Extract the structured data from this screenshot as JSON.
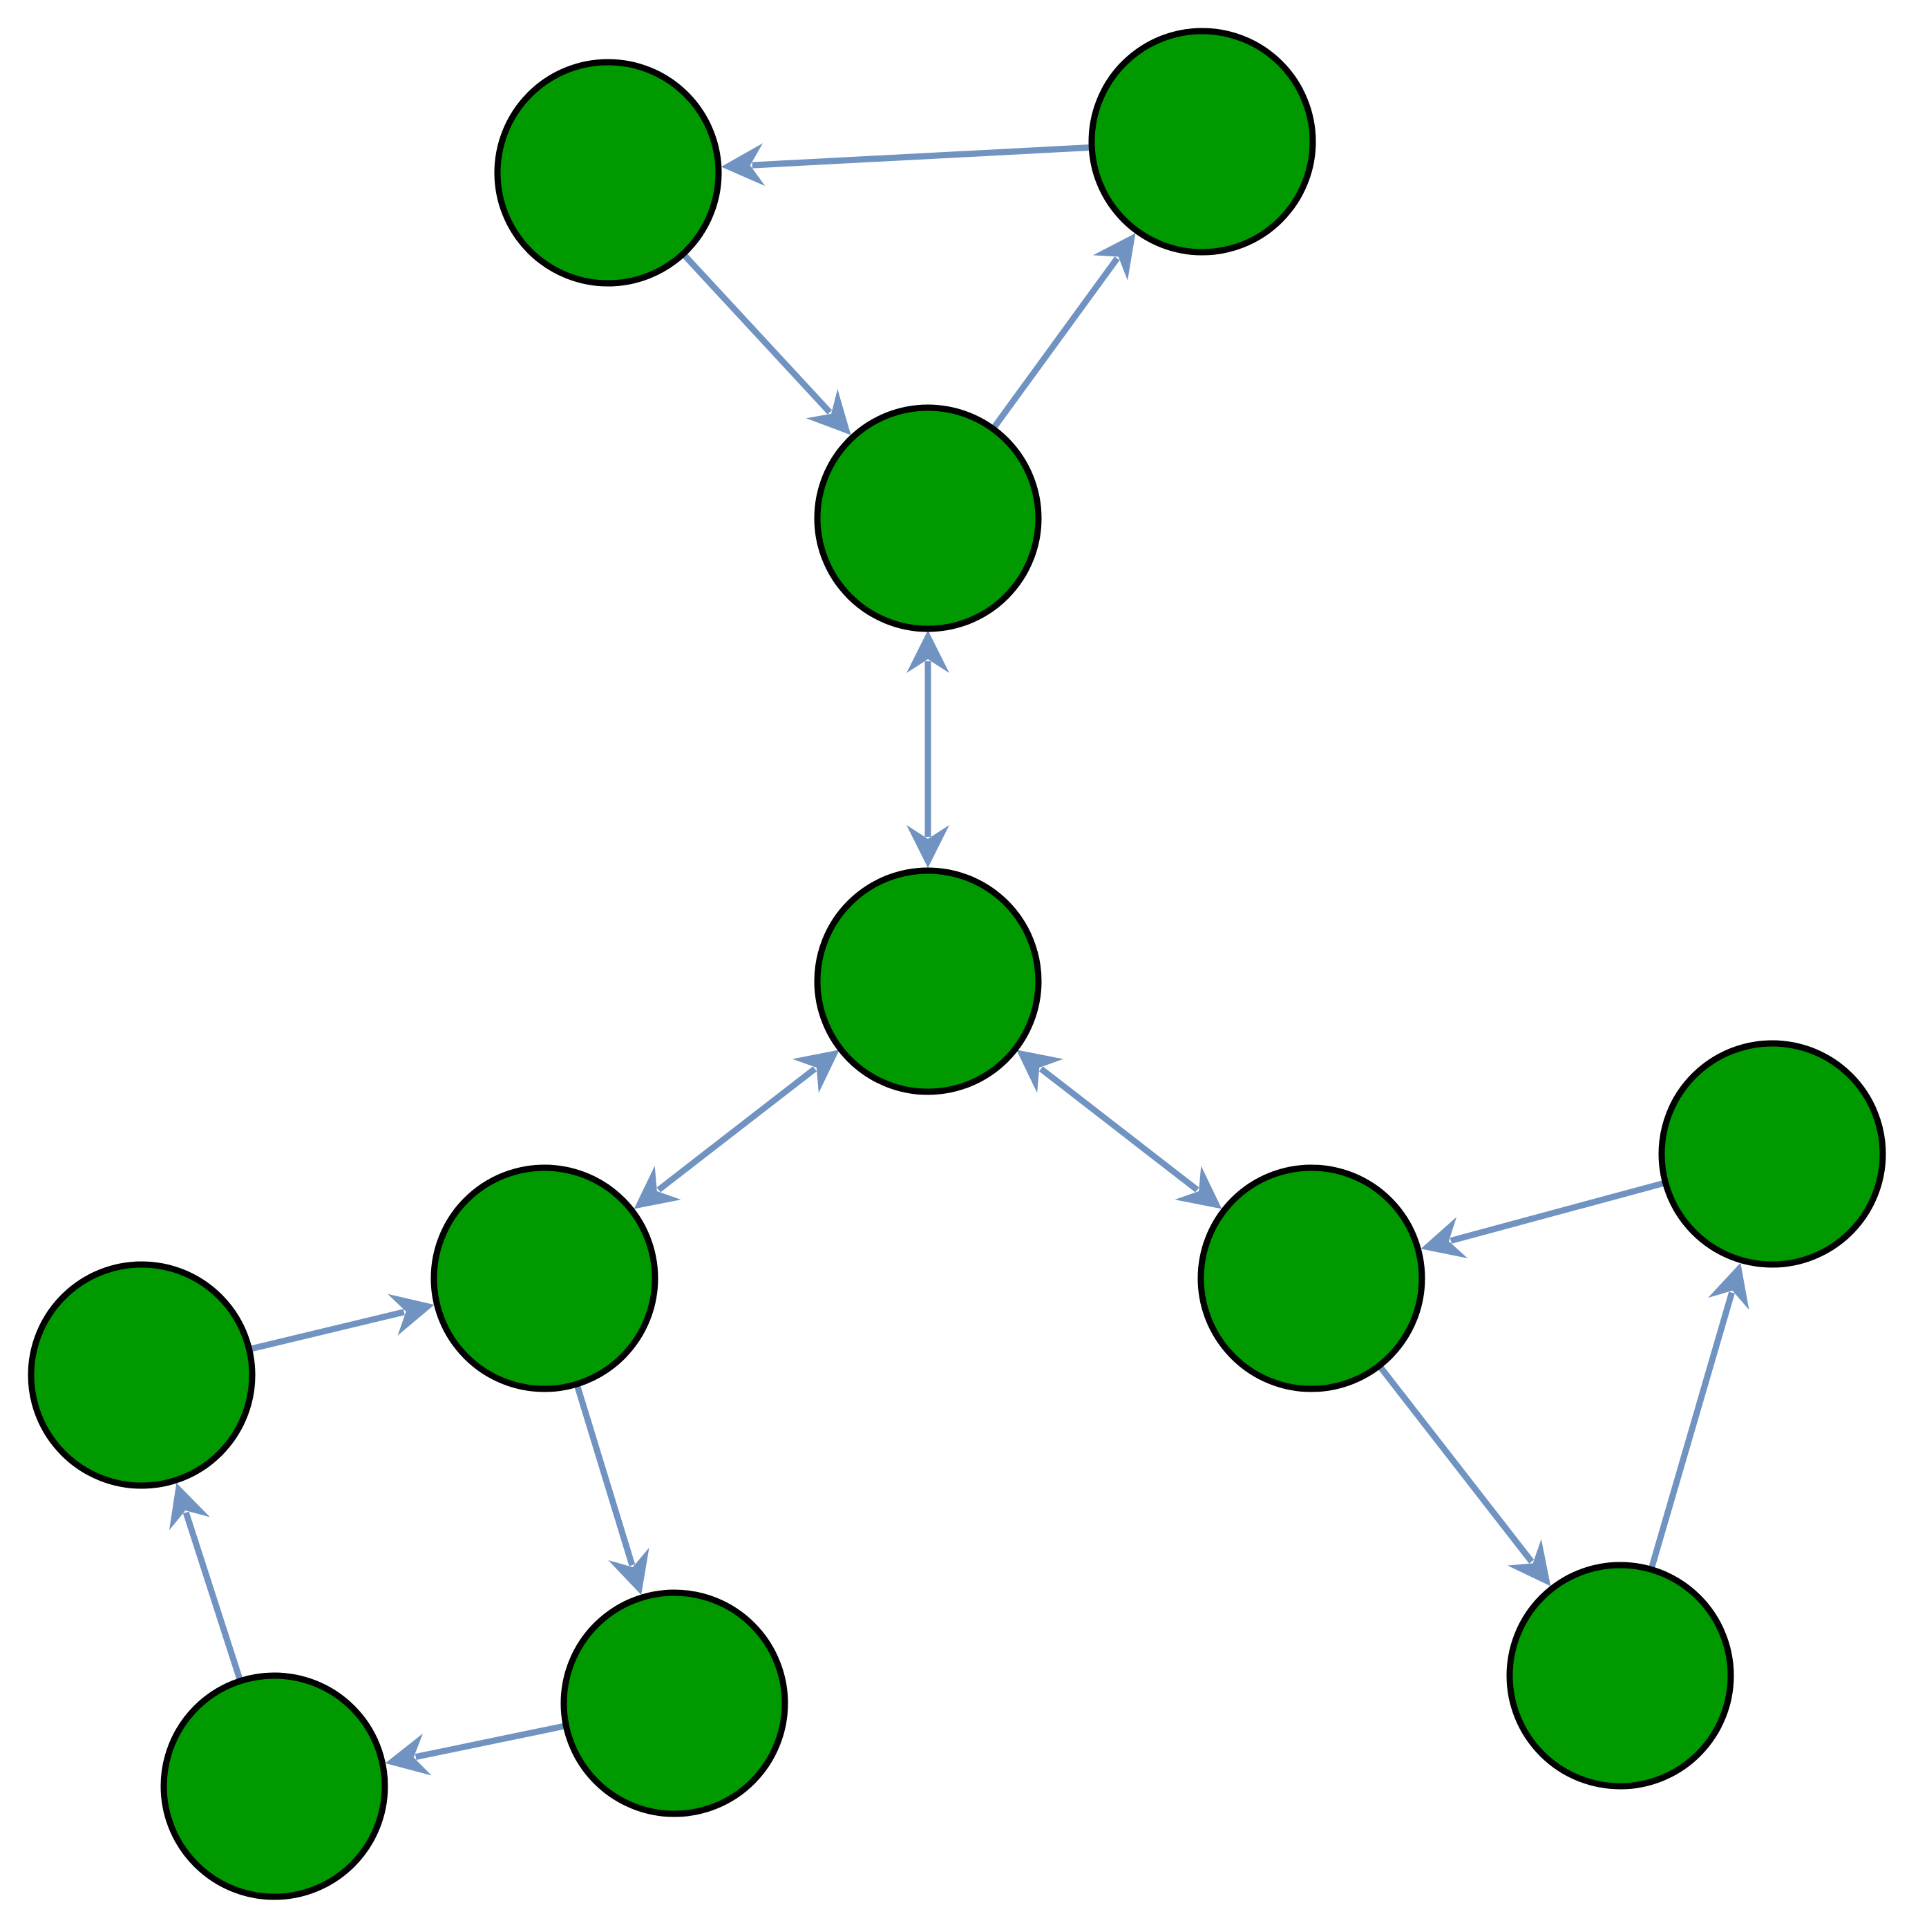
{
  "diagram": {
    "type": "directed-graph",
    "colors": {
      "node_fill": "#009900",
      "node_stroke": "#000000",
      "edge": "#7093C1",
      "background": "#FFFFFF"
    },
    "nodes": [
      {
        "id": "n1"
      },
      {
        "id": "n2"
      },
      {
        "id": "n3"
      },
      {
        "id": "n4"
      },
      {
        "id": "n5"
      },
      {
        "id": "n6"
      },
      {
        "id": "n7"
      },
      {
        "id": "n8"
      },
      {
        "id": "n9"
      },
      {
        "id": "n10"
      },
      {
        "id": "n11"
      },
      {
        "id": "n12"
      }
    ],
    "edges": [
      {
        "from": "n2",
        "to": "n1",
        "bidirectional": false
      },
      {
        "from": "n1",
        "to": "n3",
        "bidirectional": false
      },
      {
        "from": "n3",
        "to": "n2",
        "bidirectional": false
      },
      {
        "from": "n3",
        "to": "n4",
        "bidirectional": true
      },
      {
        "from": "n4",
        "to": "n5",
        "bidirectional": true
      },
      {
        "from": "n4",
        "to": "n6",
        "bidirectional": true
      },
      {
        "from": "n7",
        "to": "n5",
        "bidirectional": false
      },
      {
        "from": "n5",
        "to": "n10",
        "bidirectional": false
      },
      {
        "from": "n10",
        "to": "n9",
        "bidirectional": false
      },
      {
        "from": "n9",
        "to": "n7",
        "bidirectional": false
      },
      {
        "from": "n6",
        "to": "n12",
        "bidirectional": false
      },
      {
        "from": "n12",
        "to": "n8",
        "bidirectional": false
      },
      {
        "from": "n8",
        "to": "n6",
        "bidirectional": false
      }
    ]
  }
}
